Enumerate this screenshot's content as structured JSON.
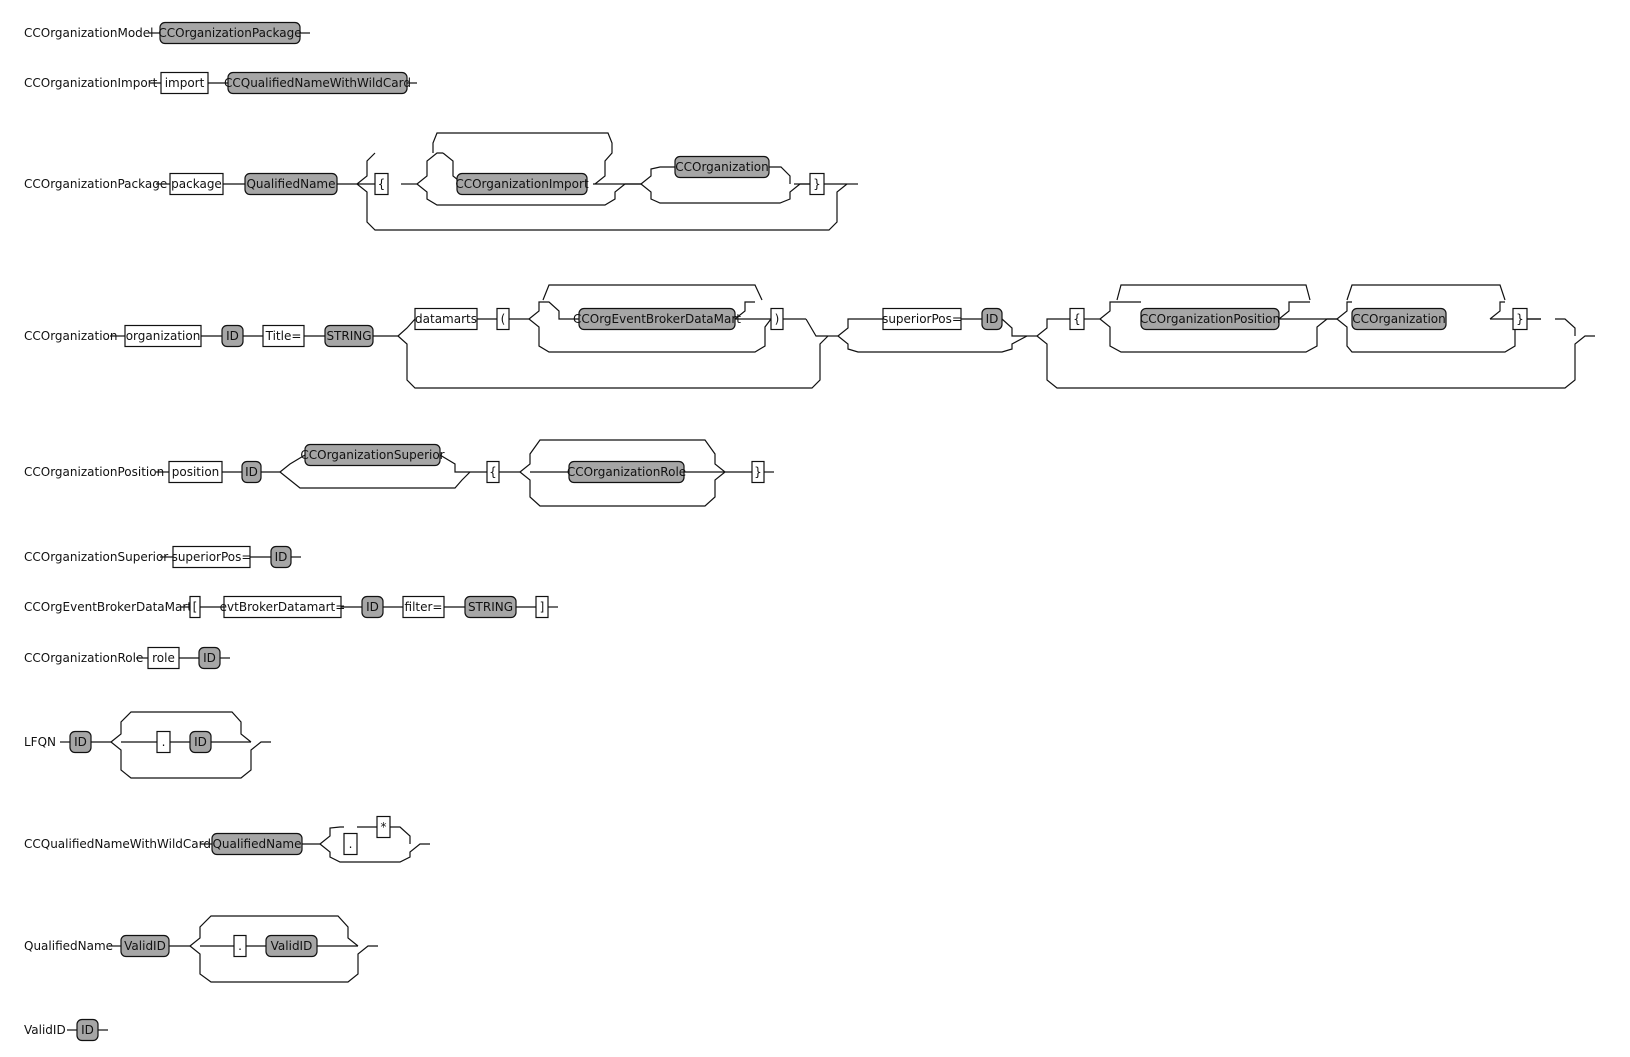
{
  "rules": [
    {
      "name": "CCOrganizationModel",
      "tokens": [
        {
          "text": "CCOrganizationPackage",
          "kind": "nonterminal"
        }
      ]
    },
    {
      "name": "CCOrganizationImport",
      "tokens": [
        {
          "text": "import",
          "kind": "terminal"
        },
        {
          "text": "CCQualifiedNameWithWildCard",
          "kind": "nonterminal"
        }
      ]
    },
    {
      "name": "CCOrganizationPackage",
      "tokens": [
        {
          "text": "package",
          "kind": "terminal"
        },
        {
          "text": "QualifiedName",
          "kind": "nonterminal"
        },
        {
          "text": "{",
          "kind": "terminal"
        },
        {
          "text": "CCOrganizationImport",
          "kind": "nonterminal"
        },
        {
          "text": "CCOrganization",
          "kind": "nonterminal"
        },
        {
          "text": "}",
          "kind": "terminal"
        }
      ]
    },
    {
      "name": "CCOrganization",
      "tokens": [
        {
          "text": "organization",
          "kind": "terminal"
        },
        {
          "text": "ID",
          "kind": "nonterminal"
        },
        {
          "text": "Title=",
          "kind": "terminal"
        },
        {
          "text": "STRING",
          "kind": "nonterminal"
        },
        {
          "text": "datamarts",
          "kind": "terminal"
        },
        {
          "text": "(",
          "kind": "terminal"
        },
        {
          "text": "CCOrgEventBrokerDataMart",
          "kind": "nonterminal"
        },
        {
          "text": ")",
          "kind": "terminal"
        },
        {
          "text": "superiorPos=",
          "kind": "terminal"
        },
        {
          "text": "ID",
          "kind": "nonterminal"
        },
        {
          "text": "{",
          "kind": "terminal"
        },
        {
          "text": "CCOrganizationPosition",
          "kind": "nonterminal"
        },
        {
          "text": "CCOrganization",
          "kind": "nonterminal"
        },
        {
          "text": "}",
          "kind": "terminal"
        }
      ]
    },
    {
      "name": "CCOrganizationPosition",
      "tokens": [
        {
          "text": "position",
          "kind": "terminal"
        },
        {
          "text": "ID",
          "kind": "nonterminal"
        },
        {
          "text": "CCOrganizationSuperior",
          "kind": "nonterminal"
        },
        {
          "text": "{",
          "kind": "terminal"
        },
        {
          "text": "CCOrganizationRole",
          "kind": "nonterminal"
        },
        {
          "text": "}",
          "kind": "terminal"
        }
      ]
    },
    {
      "name": "CCOrganizationSuperior",
      "tokens": [
        {
          "text": "superiorPos=",
          "kind": "terminal"
        },
        {
          "text": "ID",
          "kind": "nonterminal"
        }
      ]
    },
    {
      "name": "CCOrgEventBrokerDataMart",
      "tokens": [
        {
          "text": "[",
          "kind": "terminal"
        },
        {
          "text": "evtBrokerDatamart=",
          "kind": "terminal"
        },
        {
          "text": "ID",
          "kind": "nonterminal"
        },
        {
          "text": "filter=",
          "kind": "terminal"
        },
        {
          "text": "STRING",
          "kind": "nonterminal"
        },
        {
          "text": "]",
          "kind": "terminal"
        }
      ]
    },
    {
      "name": "CCOrganizationRole",
      "tokens": [
        {
          "text": "role",
          "kind": "terminal"
        },
        {
          "text": "ID",
          "kind": "nonterminal"
        }
      ]
    },
    {
      "name": "LFQN",
      "tokens": [
        {
          "text": "ID",
          "kind": "nonterminal"
        },
        {
          "text": ".",
          "kind": "terminal"
        },
        {
          "text": "ID",
          "kind": "nonterminal"
        }
      ]
    },
    {
      "name": "CCQualifiedNameWithWildCard",
      "tokens": [
        {
          "text": "QualifiedName",
          "kind": "nonterminal"
        },
        {
          "text": ".",
          "kind": "terminal"
        },
        {
          "text": "*",
          "kind": "terminal"
        }
      ]
    },
    {
      "name": "QualifiedName",
      "tokens": [
        {
          "text": "ValidID",
          "kind": "nonterminal"
        },
        {
          "text": ".",
          "kind": "terminal"
        },
        {
          "text": "ValidID",
          "kind": "nonterminal"
        }
      ]
    },
    {
      "name": "ValidID",
      "tokens": [
        {
          "text": "ID",
          "kind": "nonterminal"
        }
      ]
    }
  ]
}
